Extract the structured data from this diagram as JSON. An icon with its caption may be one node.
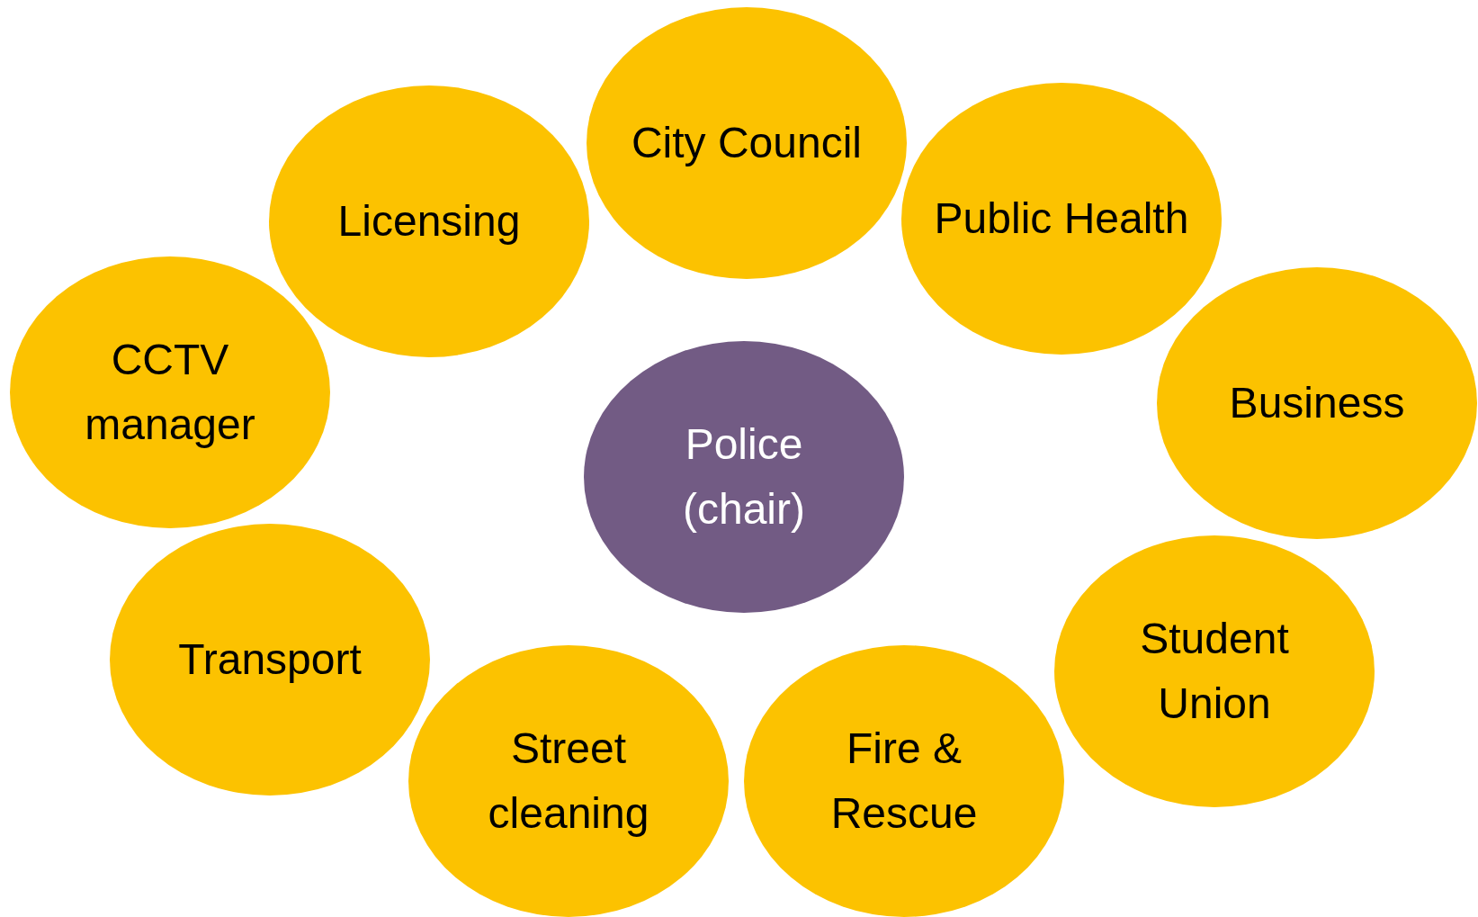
{
  "diagram": {
    "nodes": [
      {
        "text": [
          "City Council"
        ]
      },
      {
        "text": [
          "Licensing"
        ]
      },
      {
        "text": [
          "Public Health"
        ]
      },
      {
        "text": [
          "CCTV manager"
        ]
      },
      {
        "text": [
          "Business"
        ]
      },
      {
        "text": [
          "Police (chair)"
        ]
      },
      {
        "text": [
          "Transport"
        ]
      },
      {
        "text": [
          "Student Union"
        ]
      },
      {
        "text": [
          "Street cleaning"
        ]
      },
      {
        "text": [
          "Fire & Rescue"
        ]
      }
    ]
  }
}
